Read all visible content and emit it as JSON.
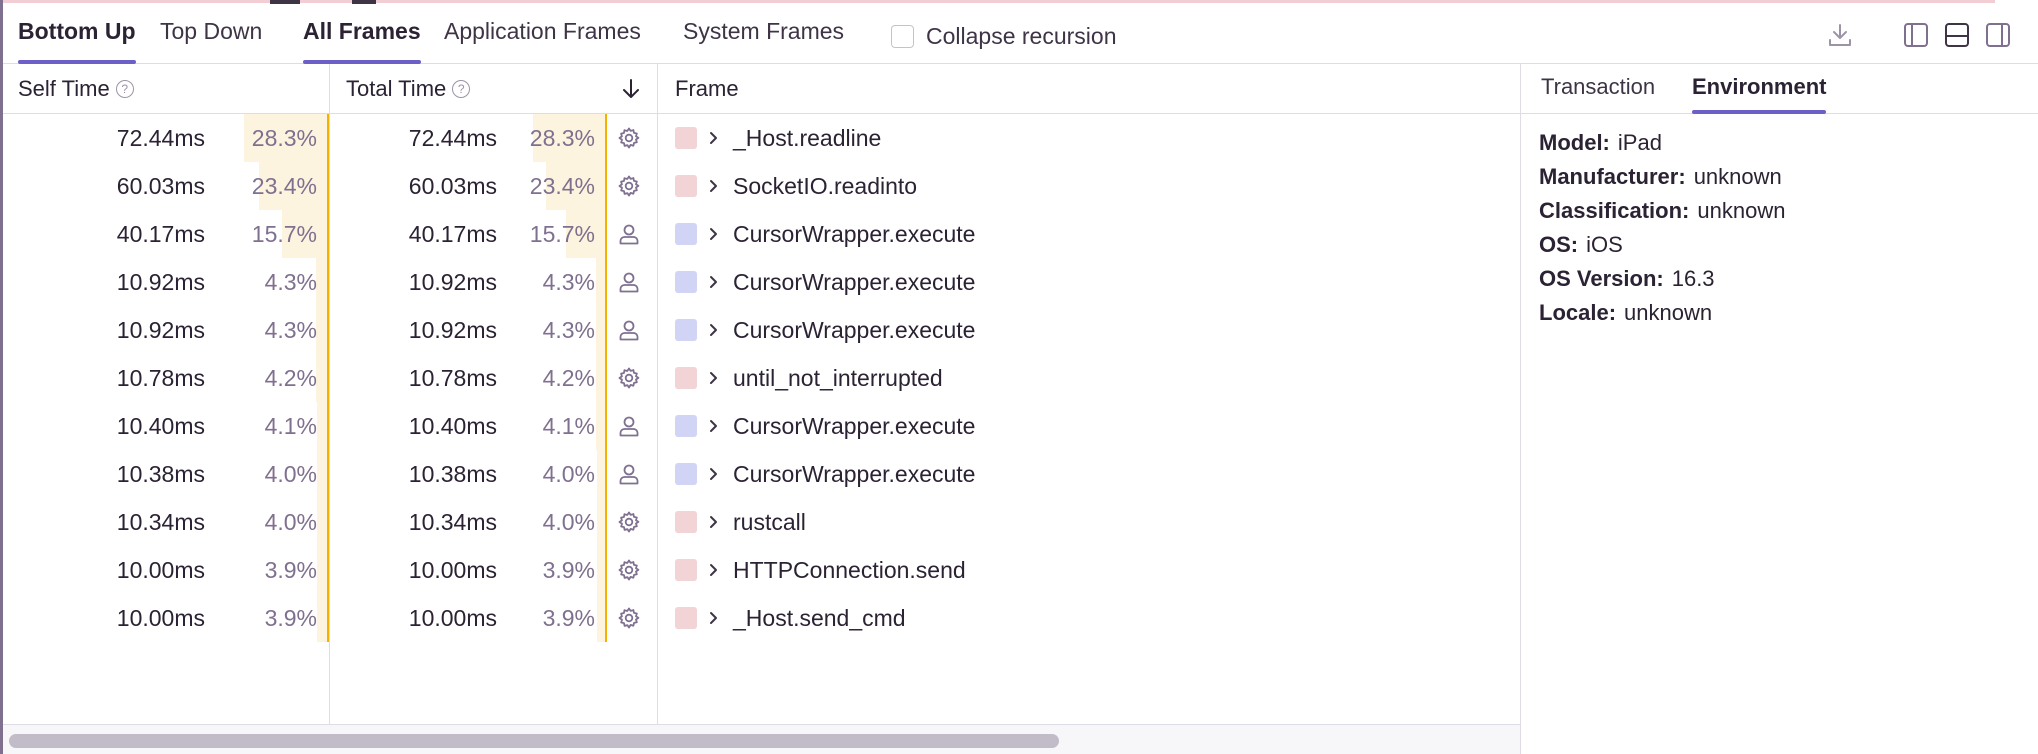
{
  "toolbar": {
    "view_tabs": [
      "Bottom Up",
      "Top Down"
    ],
    "frame_tabs": [
      "All Frames",
      "Application Frames",
      "System Frames"
    ],
    "collapse_label": "Collapse recursion"
  },
  "table": {
    "headers": {
      "self_time": "Self Time",
      "total_time": "Total Time",
      "frame": "Frame"
    },
    "rows": [
      {
        "self_ms": "72.44ms",
        "self_pct": "28.3%",
        "total_ms": "72.44ms",
        "total_pct": "28.3%",
        "kind": "system",
        "color": "#f2d3d6",
        "frame": "_Host.readline"
      },
      {
        "self_ms": "60.03ms",
        "self_pct": "23.4%",
        "total_ms": "60.03ms",
        "total_pct": "23.4%",
        "kind": "system",
        "color": "#f2d3d6",
        "frame": "SocketIO.readinto"
      },
      {
        "self_ms": "40.17ms",
        "self_pct": "15.7%",
        "total_ms": "40.17ms",
        "total_pct": "15.7%",
        "kind": "application",
        "color": "#d2d4f5",
        "frame": "CursorWrapper.execute"
      },
      {
        "self_ms": "10.92ms",
        "self_pct": "4.3%",
        "total_ms": "10.92ms",
        "total_pct": "4.3%",
        "kind": "application",
        "color": "#d2d4f5",
        "frame": "CursorWrapper.execute"
      },
      {
        "self_ms": "10.92ms",
        "self_pct": "4.3%",
        "total_ms": "10.92ms",
        "total_pct": "4.3%",
        "kind": "application",
        "color": "#d2d4f5",
        "frame": "CursorWrapper.execute"
      },
      {
        "self_ms": "10.78ms",
        "self_pct": "4.2%",
        "total_ms": "10.78ms",
        "total_pct": "4.2%",
        "kind": "system",
        "color": "#f2d3d6",
        "frame": "until_not_interrupted"
      },
      {
        "self_ms": "10.40ms",
        "self_pct": "4.1%",
        "total_ms": "10.40ms",
        "total_pct": "4.1%",
        "kind": "application",
        "color": "#d2d4f5",
        "frame": "CursorWrapper.execute"
      },
      {
        "self_ms": "10.38ms",
        "self_pct": "4.0%",
        "total_ms": "10.38ms",
        "total_pct": "4.0%",
        "kind": "application",
        "color": "#d2d4f5",
        "frame": "CursorWrapper.execute"
      },
      {
        "self_ms": "10.34ms",
        "self_pct": "4.0%",
        "total_ms": "10.34ms",
        "total_pct": "4.0%",
        "kind": "system",
        "color": "#f2d3d6",
        "frame": "rustcall"
      },
      {
        "self_ms": "10.00ms",
        "self_pct": "3.9%",
        "total_ms": "10.00ms",
        "total_pct": "3.9%",
        "kind": "system",
        "color": "#f2d3d6",
        "frame": "HTTPConnection.send"
      },
      {
        "self_ms": "10.00ms",
        "self_pct": "3.9%",
        "total_ms": "10.00ms",
        "total_pct": "3.9%",
        "kind": "system",
        "color": "#f2d3d6",
        "frame": "_Host.send_cmd"
      }
    ]
  },
  "panel": {
    "tabs": [
      "Transaction",
      "Environment"
    ],
    "environment": [
      {
        "key": "Model:",
        "value": "iPad"
      },
      {
        "key": "Manufacturer:",
        "value": "unknown"
      },
      {
        "key": "Classification:",
        "value": "unknown"
      },
      {
        "key": "OS:",
        "value": "iOS"
      },
      {
        "key": "OS Version:",
        "value": "16.3"
      },
      {
        "key": "Locale:",
        "value": "unknown"
      }
    ]
  },
  "colors": {
    "accent": "#6c5fc7",
    "bar_fill": "#fdf4df",
    "bar_edge": "#f5b000",
    "system_swatch": "#f2d3d6",
    "application_swatch": "#d2d4f5"
  },
  "icons": {
    "system": "gear-icon",
    "application": "user-icon",
    "sort": "arrow-down-icon",
    "expand": "chevron-right-icon",
    "export": "download-icon",
    "layout_left": "panel-left-icon",
    "layout_bottom": "panel-bottom-icon",
    "layout_right": "panel-right-icon"
  }
}
